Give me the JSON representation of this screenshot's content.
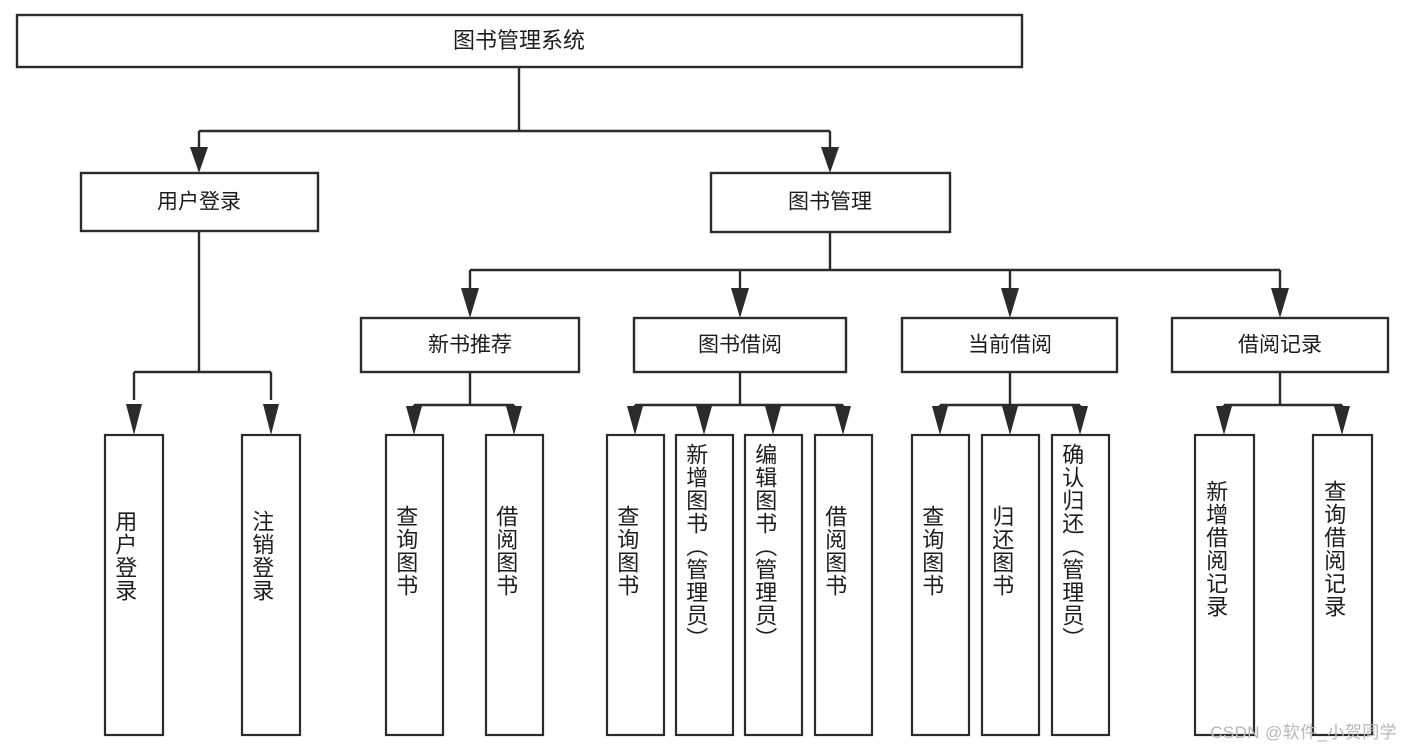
{
  "diagram": {
    "type": "tree",
    "orientation": "top-down",
    "title": "图书管理系统",
    "watermark": "CSDN @软件_小贺同学",
    "colors": {
      "stroke": "#2b2b2b",
      "fill": "#ffffff",
      "text": "#1d1d1d",
      "watermark": "#b7b7b7",
      "background": "#ffffff"
    },
    "root": {
      "id": "root",
      "label": "图书管理系统",
      "level": 0
    },
    "level1": [
      {
        "id": "user-login",
        "label": "用户登录",
        "level": 1
      },
      {
        "id": "book-manage",
        "label": "图书管理",
        "level": 1
      }
    ],
    "level2": [
      {
        "id": "new-book-recommend",
        "label": "新书推荐",
        "level": 2,
        "parent": "book-manage"
      },
      {
        "id": "book-borrow",
        "label": "图书借阅",
        "level": 2,
        "parent": "book-manage"
      },
      {
        "id": "current-borrow",
        "label": "当前借阅",
        "level": 2,
        "parent": "book-manage"
      },
      {
        "id": "borrow-record",
        "label": "借阅记录",
        "level": 2,
        "parent": "book-manage"
      }
    ],
    "leaves": {
      "user-login": [
        {
          "id": "leaf-user-login",
          "label": "用户登录",
          "align": "bottom"
        },
        {
          "id": "leaf-user-logout",
          "label": "注销登录",
          "align": "bottom"
        }
      ],
      "new-book-recommend": [
        {
          "id": "leaf-query-book-1",
          "label": "查询图书",
          "align": "middle"
        },
        {
          "id": "leaf-borrow-book-1",
          "label": "借阅图书",
          "align": "middle"
        }
      ],
      "book-borrow": [
        {
          "id": "leaf-query-book-2",
          "label": "查询图书",
          "align": "middle"
        },
        {
          "id": "leaf-add-book",
          "label": "新增图书（管理员）",
          "align": "top"
        },
        {
          "id": "leaf-edit-book",
          "label": "编辑图书（管理员）",
          "align": "top"
        },
        {
          "id": "leaf-borrow-book-2",
          "label": "借阅图书",
          "align": "middle"
        }
      ],
      "current-borrow": [
        {
          "id": "leaf-query-book-3",
          "label": "查询图书",
          "align": "middle"
        },
        {
          "id": "leaf-return-book",
          "label": "归还图书",
          "align": "middle"
        },
        {
          "id": "leaf-confirm-return",
          "label": "确认归还（管理员）",
          "align": "top"
        }
      ],
      "borrow-record": [
        {
          "id": "leaf-add-record",
          "label": "新增借阅记录",
          "align": "middle"
        },
        {
          "id": "leaf-query-record",
          "label": "查询借阅记录",
          "align": "middle"
        }
      ]
    }
  }
}
